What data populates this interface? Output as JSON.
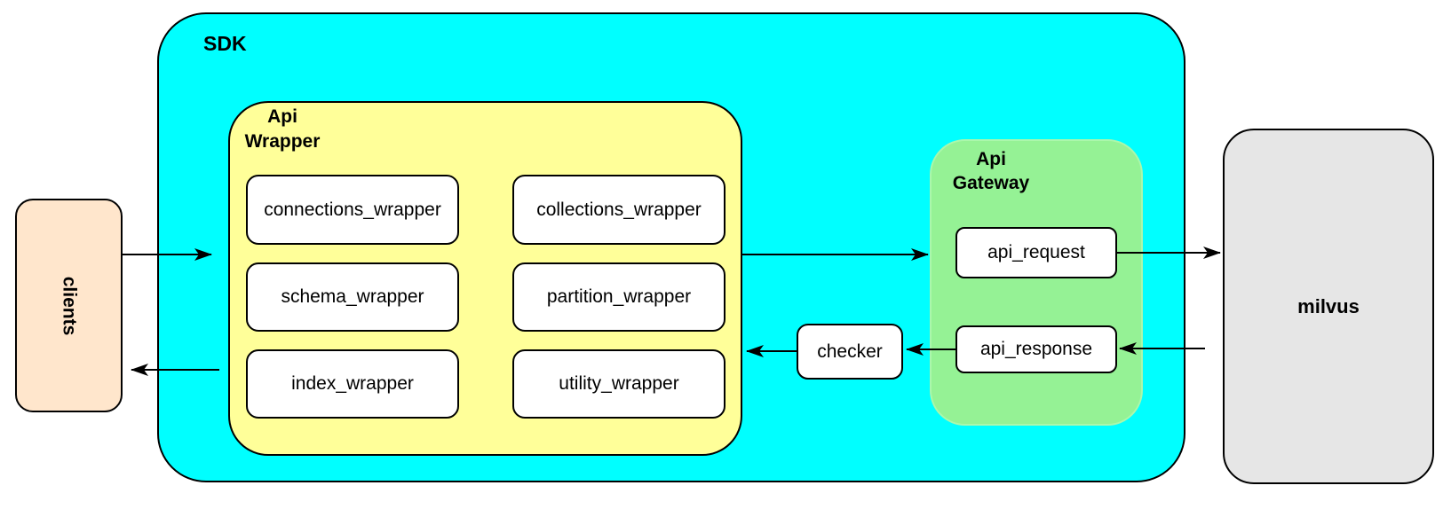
{
  "diagram": {
    "type": "architecture-diagram",
    "colors": {
      "clients_fill": "#FFE6CC",
      "sdk_fill": "#00FFFF",
      "api_wrapper_fill": "#FFFF99",
      "api_gateway_fill": "#95F295",
      "milvus_fill": "#E6E6E6",
      "inner_box_fill": "#FFFFFF",
      "stroke": "#000000"
    }
  },
  "nodes": {
    "clients": {
      "label": "clients"
    },
    "sdk": {
      "label": "SDK"
    },
    "api_wrapper": {
      "lines": [
        "Api",
        "Wrapper"
      ]
    },
    "wrappers": [
      {
        "label": "connections_wrapper"
      },
      {
        "label": "collections_wrapper"
      },
      {
        "label": "schema_wrapper"
      },
      {
        "label": "partition_wrapper"
      },
      {
        "label": "index_wrapper"
      },
      {
        "label": "utility_wrapper"
      }
    ],
    "api_gateway": {
      "lines": [
        "Api",
        "Gateway"
      ]
    },
    "api_request": {
      "label": "api_request"
    },
    "api_response": {
      "label": "api_response"
    },
    "checker": {
      "label": "checker"
    },
    "milvus": {
      "label": "milvus"
    }
  },
  "edges": [
    {
      "from": "clients",
      "to": "sdk/api_wrapper",
      "direction": "right"
    },
    {
      "from": "sdk/api_wrapper",
      "to": "clients",
      "direction": "left"
    },
    {
      "from": "api_wrapper",
      "to": "api_gateway",
      "direction": "right"
    },
    {
      "from": "api_request",
      "to": "milvus",
      "direction": "right"
    },
    {
      "from": "milvus",
      "to": "api_response",
      "direction": "left"
    },
    {
      "from": "api_response",
      "to": "checker",
      "direction": "left"
    },
    {
      "from": "checker",
      "to": "api_wrapper",
      "direction": "left"
    }
  ]
}
